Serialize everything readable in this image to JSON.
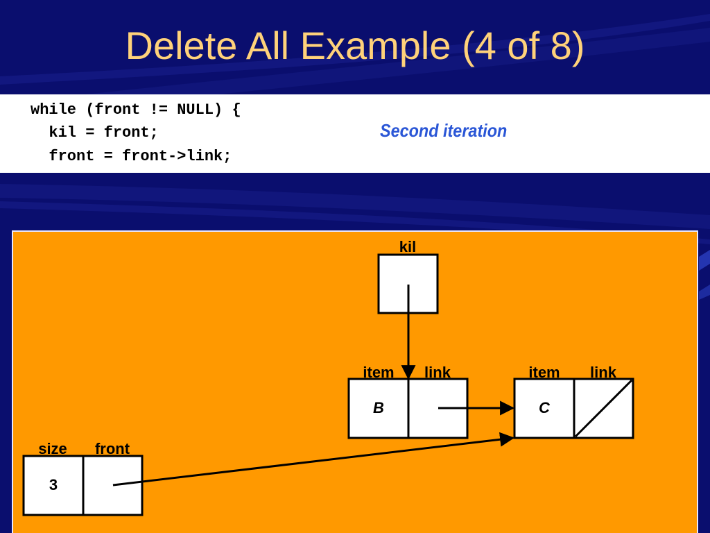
{
  "slide": {
    "title": "Delete All Example (4 of 8)"
  },
  "code": {
    "lines": [
      "while (front != NULL) {",
      "  kil = front;",
      "  front = front->link;"
    ],
    "annotation": "Second iteration"
  },
  "diagram": {
    "kil_label": "kil",
    "list_header": {
      "size_label": "size",
      "front_label": "front",
      "size_value": "3"
    },
    "nodes": [
      {
        "item_label": "item",
        "link_label": "link",
        "item_value": "B",
        "link_is_null": false
      },
      {
        "item_label": "item",
        "link_label": "link",
        "item_value": "C",
        "link_is_null": true
      }
    ]
  },
  "colors": {
    "background": "#0a0e6e",
    "title": "#ffd27a",
    "diagram_panel": "#ff9900",
    "annotation": "#2a56d6"
  }
}
